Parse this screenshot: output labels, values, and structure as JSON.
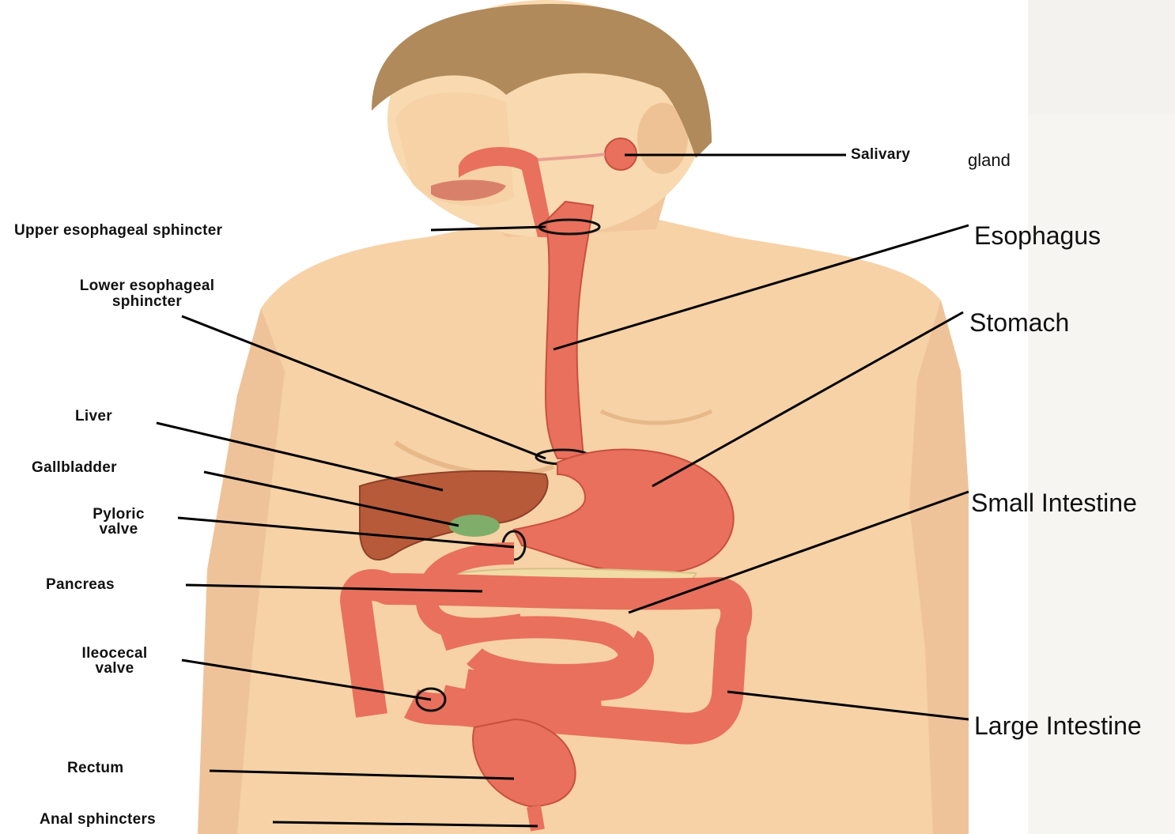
{
  "labels": {
    "salivary": "Salivary",
    "gland": "gland",
    "upper_es": "Upper esophageal sphincter",
    "lower_es_1": "Lower esophageal",
    "lower_es_2": "sphincter",
    "liver": "Liver",
    "gallbladder": "Gallbladder",
    "pyloric_1": "Pyloric",
    "pyloric_2": "valve",
    "pancreas": "Pancreas",
    "ileocecal_1": "Ileocecal",
    "ileocecal_2": "valve",
    "rectum": "Rectum",
    "anal": "Anal sphincters",
    "esophagus": "Esophagus",
    "stomach": "Stomach",
    "small_intestine": "Small Intestine",
    "large_intestine": "Large Intestine"
  },
  "colors": {
    "skin": "#f6d2a6",
    "skin_shadow": "#e7b889",
    "hair": "#b08a5a",
    "organ": "#e8705c",
    "organ_dark": "#c94f3e",
    "liver": "#b75a3a",
    "gallbladder": "#7fae6a",
    "pancreas": "#f2dca6",
    "leader": "#000000"
  }
}
